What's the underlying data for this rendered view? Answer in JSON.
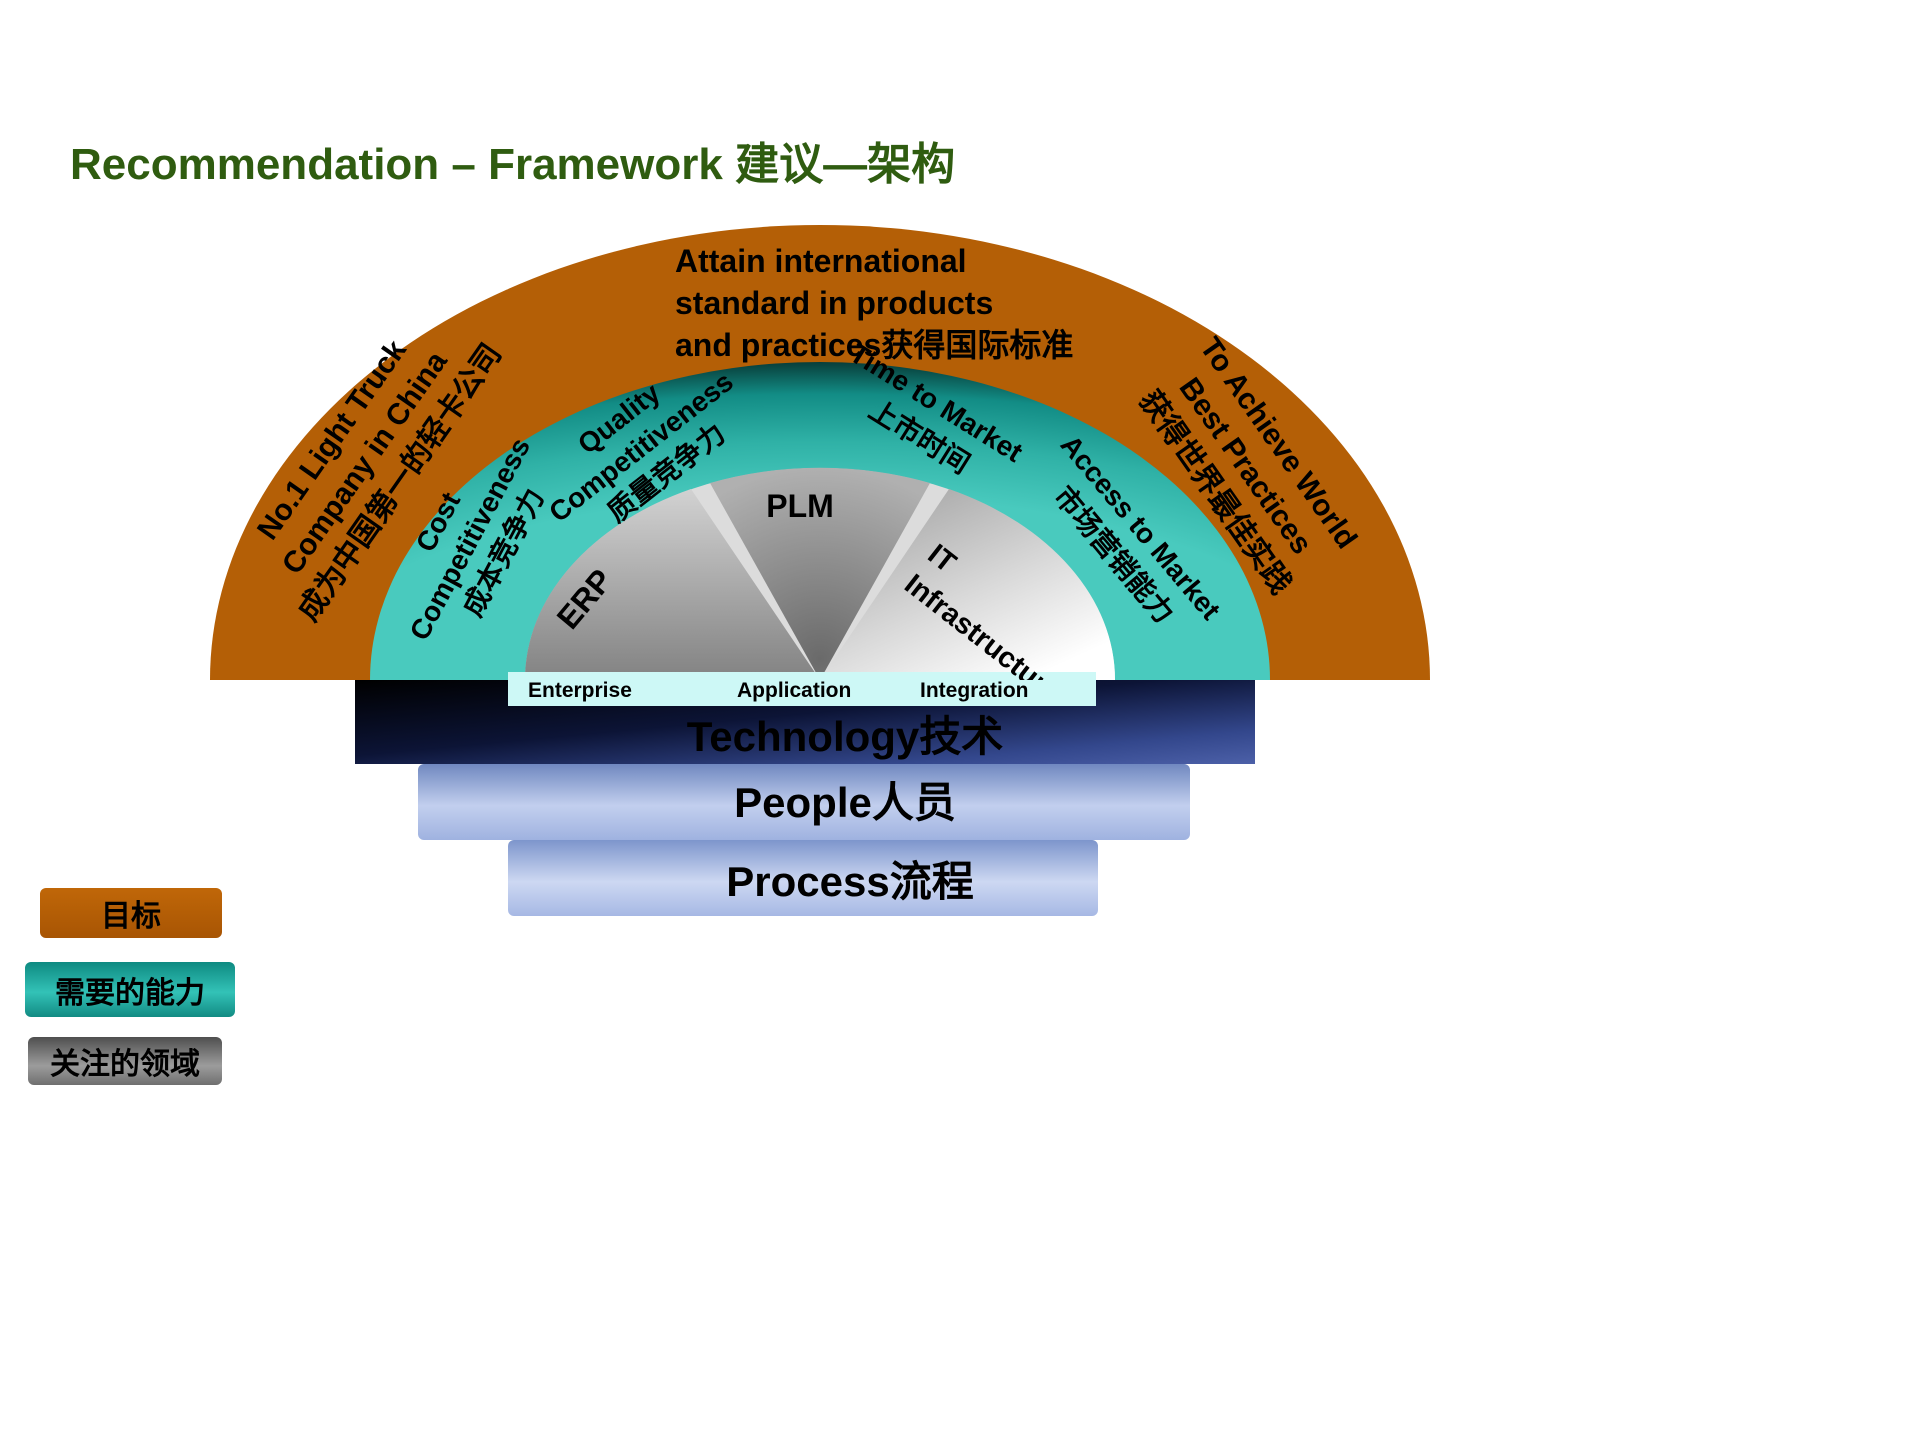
{
  "title": "Recommendation – Framework 建议—架构",
  "goals": {
    "left": [
      "No.1 Light Truck",
      "Company in China",
      "成为中国第一的轻卡公司"
    ],
    "top": [
      "Attain international",
      "standard in products",
      "and practices获得国际标准"
    ],
    "right": [
      "To Achieve World",
      "Best Practices",
      "获得世界最佳实践"
    ]
  },
  "capabilities": {
    "cost": [
      "Cost",
      "Competitiveness",
      "成本竞争力"
    ],
    "quality": [
      "Quality",
      "Competitiveness",
      "质量竞争力"
    ],
    "time_to_market": [
      "Time to Market",
      "上市时间"
    ],
    "access_to_market": [
      "Access to Market",
      "市场营销能力"
    ]
  },
  "focus_areas": {
    "erp": "ERP",
    "plm": "PLM",
    "it": [
      "IT",
      "Infrastructure"
    ]
  },
  "integration_strip": {
    "labels": [
      "Enterprise",
      "Application",
      "Integration"
    ],
    "text_color": "#4456c7",
    "background": "#cdf8f6"
  },
  "foundation_layers": [
    {
      "label": "Technology技术"
    },
    {
      "label": "People人员"
    },
    {
      "label": "Process流程"
    }
  ],
  "legend": [
    {
      "label": "目标",
      "color": "#b45f06"
    },
    {
      "label": "需要的能力",
      "color": "#1da69c"
    },
    {
      "label": "关注的领域",
      "color": "#7f7f7f"
    }
  ],
  "colors": {
    "title": "#2f5c10",
    "goal_ring": "#b45f06",
    "capability_ring": "#1da69c",
    "focus_ring": "#9a9a9a",
    "layer_label": "#ff0000"
  }
}
